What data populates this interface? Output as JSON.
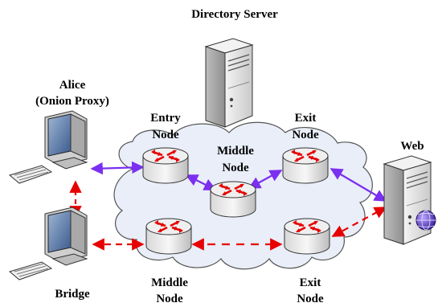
{
  "labels": {
    "directory_server": "Directory Server",
    "alice_line1": "Alice",
    "alice_line2": "(Onion Proxy)",
    "entry_node_line1": "Entry",
    "entry_node_line2": "Node",
    "middle_node_top_line1": "Middle",
    "middle_node_top_line2": "Node",
    "exit_node_top_line1": "Exit",
    "exit_node_top_line2": "Node",
    "web": "Web",
    "bridge": "Bridge",
    "middle_node_bottom_line1": "Middle",
    "middle_node_bottom_line2": "Node",
    "exit_node_bottom_line1": "Exit",
    "exit_node_bottom_line2": "Node"
  },
  "colors": {
    "tor_path": "#7b2ff0",
    "bridge_path": "#e60000",
    "router_arrows": "#e60000",
    "cloud_fill": "#e9eef8",
    "cloud_stroke": "#555555"
  },
  "connections": [
    {
      "from": "Alice",
      "to": "Entry Node",
      "style": "solid",
      "color": "tor_path"
    },
    {
      "from": "Entry Node",
      "to": "Middle Node",
      "style": "solid",
      "color": "tor_path"
    },
    {
      "from": "Middle Node",
      "to": "Exit Node",
      "style": "solid",
      "color": "tor_path"
    },
    {
      "from": "Exit Node",
      "to": "Web",
      "style": "solid",
      "color": "tor_path"
    },
    {
      "from": "Alice",
      "to": "Bridge",
      "style": "dashed",
      "color": "bridge_path"
    },
    {
      "from": "Bridge",
      "to": "Middle Node",
      "style": "dashed",
      "color": "bridge_path"
    },
    {
      "from": "Middle Node",
      "to": "Exit Node",
      "style": "dashed",
      "color": "bridge_path"
    },
    {
      "from": "Exit Node",
      "to": "Web",
      "style": "dashed",
      "color": "bridge_path"
    }
  ]
}
